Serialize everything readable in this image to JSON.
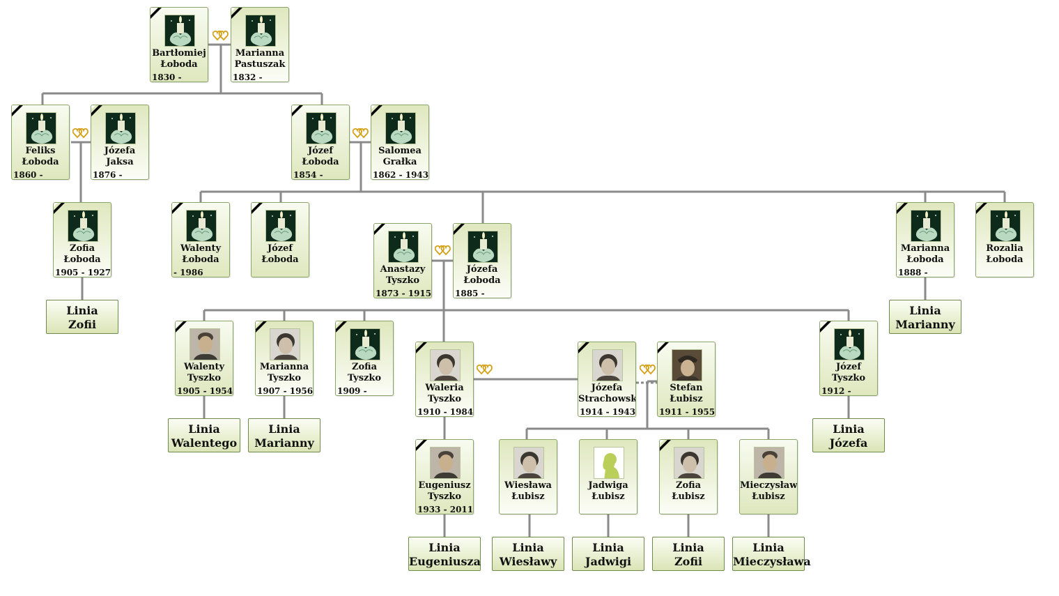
{
  "people": [
    {
      "id": "p1",
      "first": "Bartłomiej",
      "last": "Łoboda",
      "dates": "1830 -",
      "sex": "m",
      "photo": "candle-icon",
      "deceased": true
    },
    {
      "id": "p2",
      "first": "Marianna",
      "last": "Pastuszak",
      "dates": "1832 -",
      "sex": "f",
      "photo": "candle-icon",
      "deceased": true
    },
    {
      "id": "p3",
      "first": "Feliks",
      "last": "Łoboda",
      "dates": "1860 -",
      "sex": "m",
      "photo": "candle-icon",
      "deceased": true
    },
    {
      "id": "p4",
      "first": "Józefa",
      "last": "Jaksa",
      "dates": "1876 -",
      "sex": "f",
      "photo": "candle-icon",
      "deceased": true
    },
    {
      "id": "p5",
      "first": "Józef",
      "last": "Łoboda",
      "dates": "1854 -",
      "sex": "m",
      "photo": "candle-icon",
      "deceased": true
    },
    {
      "id": "p6",
      "first": "Salomea",
      "last": "Grałka",
      "dates": "1862 - 1943",
      "sex": "f",
      "photo": "candle-icon",
      "deceased": true
    },
    {
      "id": "p7",
      "first": "Zofia",
      "last": "Łoboda",
      "dates": "1905 - 1927",
      "sex": "f",
      "photo": "candle-icon",
      "deceased": true
    },
    {
      "id": "p8",
      "first": "Walenty",
      "last": "Łoboda",
      "dates": "- 1986",
      "sex": "m",
      "photo": "candle-icon",
      "deceased": true
    },
    {
      "id": "p9",
      "first": "Józef",
      "last": "Łoboda",
      "dates": "",
      "sex": "m",
      "photo": "candle-icon",
      "deceased": true
    },
    {
      "id": "p10",
      "first": "Anastazy",
      "last": "Tyszko",
      "dates": "1873 - 1915",
      "sex": "m",
      "photo": "candle-icon",
      "deceased": true
    },
    {
      "id": "p11",
      "first": "Józefa",
      "last": "Łoboda",
      "dates": "1885 -",
      "sex": "f",
      "photo": "candle-icon",
      "deceased": true
    },
    {
      "id": "p12",
      "first": "Marianna",
      "last": "Łoboda",
      "dates": "1888 -",
      "sex": "f",
      "photo": "candle-icon",
      "deceased": true
    },
    {
      "id": "p13",
      "first": "Rozalia",
      "last": "Łoboda",
      "dates": "",
      "sex": "f",
      "photo": "candle-icon",
      "deceased": true
    },
    {
      "id": "p14",
      "first": "Walenty",
      "last": "Tyszko",
      "dates": "1905 - 1954",
      "sex": "m",
      "photo": "portrait-man-icon",
      "deceased": true
    },
    {
      "id": "p15",
      "first": "Marianna",
      "last": "Tyszko",
      "dates": "1907 - 1956",
      "sex": "f",
      "photo": "portrait-woman-icon",
      "deceased": true
    },
    {
      "id": "p16",
      "first": "Zofia",
      "last": "Tyszko",
      "dates": "1909 -",
      "sex": "f",
      "photo": "candle-icon",
      "deceased": true
    },
    {
      "id": "p17",
      "first": "Waleria",
      "last": "Tyszko",
      "dates": "1910 - 1984",
      "sex": "f",
      "photo": "portrait-woman-icon",
      "deceased": true
    },
    {
      "id": "p18",
      "first": "Józefa",
      "last": "Strachowska",
      "dates": "1914 - 1943",
      "sex": "f",
      "photo": "portrait-woman-icon",
      "deceased": true
    },
    {
      "id": "p19",
      "first": "Stefan",
      "last": "Łubisz",
      "dates": "1911 - 1955",
      "sex": "m",
      "photo": "portrait-soldier-icon",
      "deceased": true
    },
    {
      "id": "p20",
      "first": "Józef",
      "last": "Tyszko",
      "dates": "1912 -",
      "sex": "m",
      "photo": "candle-icon",
      "deceased": true
    },
    {
      "id": "p21",
      "first": "Eugeniusz",
      "last": "Tyszko",
      "dates": "1933 - 2011",
      "sex": "m",
      "photo": "portrait-man-icon",
      "deceased": true
    },
    {
      "id": "p22",
      "first": "Wiesława",
      "last": "Łubisz",
      "dates": "",
      "sex": "f",
      "photo": "portrait-woman-icon",
      "deceased": false
    },
    {
      "id": "p23",
      "first": "Jadwiga",
      "last": "Łubisz",
      "dates": "",
      "sex": "f",
      "photo": "silhouette-woman-icon",
      "deceased": false
    },
    {
      "id": "p24",
      "first": "Zofia",
      "last": "Łubisz",
      "dates": "",
      "sex": "f",
      "photo": "portrait-woman-icon",
      "deceased": true
    },
    {
      "id": "p25",
      "first": "Mieczysław",
      "last": "Łubisz",
      "dates": "",
      "sex": "m",
      "photo": "portrait-man-icon",
      "deceased": false
    }
  ],
  "lines": [
    {
      "id": "l1",
      "word": "Linia",
      "name": "Zofii"
    },
    {
      "id": "l2",
      "word": "Linia",
      "name": "Marianny"
    },
    {
      "id": "l3",
      "word": "Linia",
      "name": "Walentego"
    },
    {
      "id": "l4",
      "word": "Linia",
      "name": "Marianny"
    },
    {
      "id": "l5",
      "word": "Linia",
      "name": "Józefa"
    },
    {
      "id": "l6",
      "word": "Linia",
      "name": "Eugeniusza"
    },
    {
      "id": "l7",
      "word": "Linia",
      "name": "Wiesławy"
    },
    {
      "id": "l8",
      "word": "Linia",
      "name": "Jadwigi"
    },
    {
      "id": "l9",
      "word": "Linia",
      "name": "Zofii"
    },
    {
      "id": "l10",
      "word": "Linia",
      "name": "Mieczysława"
    }
  ],
  "colors": {
    "connector": "#8a8a8a",
    "card_border": "#8aa366",
    "card_tint": "#dfe7be",
    "ribbon": "#000000",
    "heart": "#d4a017"
  }
}
